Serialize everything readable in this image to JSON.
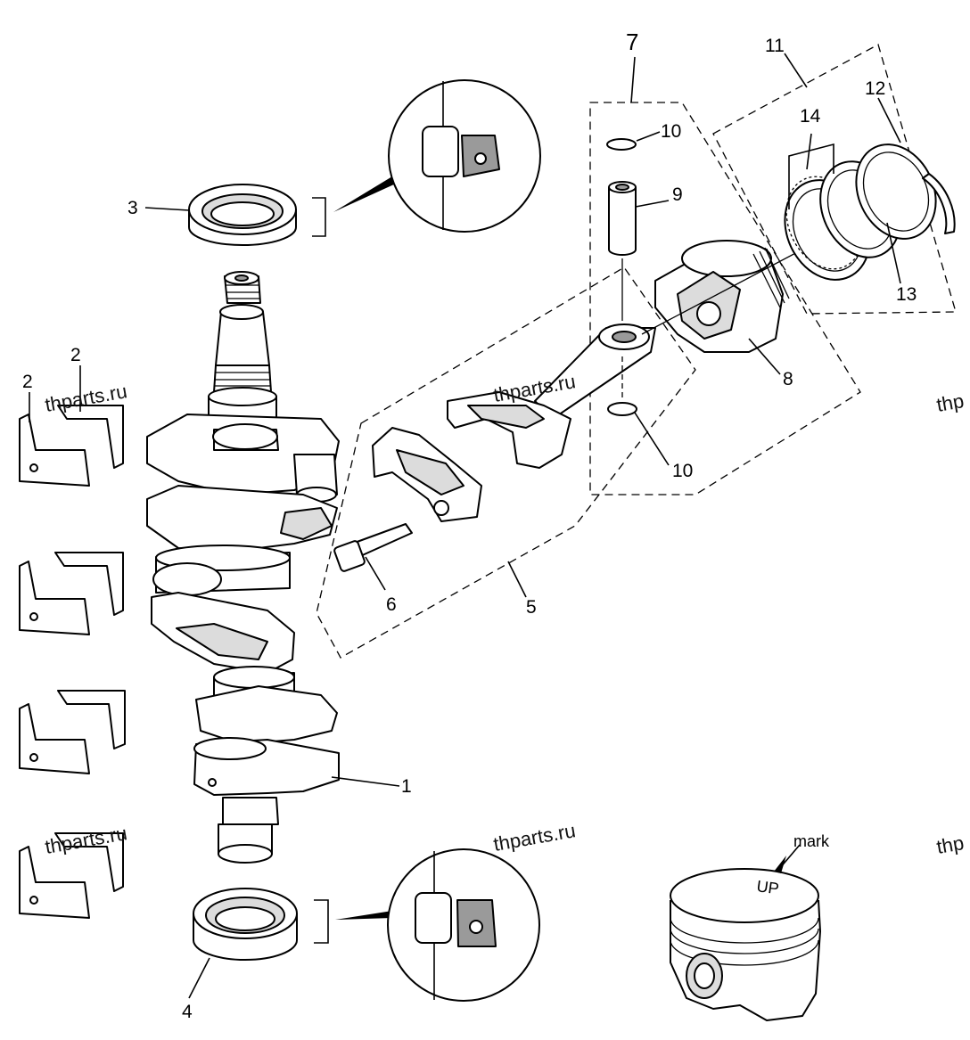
{
  "diagram": {
    "callouts": {
      "c1": "1",
      "c2a": "2",
      "c2b": "2",
      "c3": "3",
      "c4": "4",
      "c5": "5",
      "c6": "6",
      "c7": "7",
      "c8": "8",
      "c9": "9",
      "c10a": "10",
      "c10b": "10",
      "c11": "11",
      "c12": "12",
      "c13": "13",
      "c14": "14"
    },
    "mark_label": "mark",
    "piston_stamp": "UP",
    "watermarks": [
      "thparts.ru",
      "thparts.ru",
      "thparts.ru",
      "thparts.ru",
      "thp",
      "thp"
    ]
  }
}
